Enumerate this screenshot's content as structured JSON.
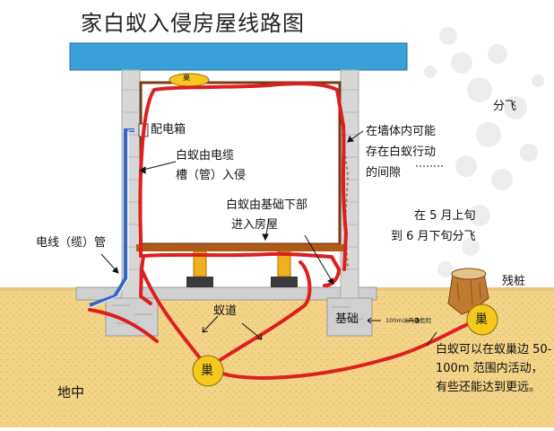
{
  "title": "家白蚁入侵房屋线路图",
  "labels": {
    "distribution_box": "配电箱",
    "cable_entry_line1": "白蚁由电缆",
    "cable_entry_line2": "槽（管）入侵",
    "wall_gap_line1": "在墙体内可能",
    "wall_gap_line2": "存在白蚁行动",
    "wall_gap_line3": "的间隙",
    "foundation_entry_line1": "白蚁由基础下部",
    "foundation_entry_line2": "进入房屋",
    "swarming": "分飞",
    "swarm_time_line1": "在 5 月上旬",
    "swarm_time_line2": "到 6 月下旬分飞",
    "wire_pipe": "电线（缆）管",
    "stump": "残桩",
    "tunnel": "蚁道",
    "foundation": "基础",
    "danger_range": "100m以内是危险",
    "ground": "地中",
    "nest": "巢",
    "activity_note": "白蚁可以在蚁巢边 50-100m 范围内活动，有些还能达到更远。"
  },
  "colors": {
    "roof": "#3aa0d8",
    "wall": "#d7d7d7",
    "soil": "#f3d488",
    "room_inner": "#ffffff",
    "frame": "#7a3a16",
    "floor_beam": "#b05a18",
    "pier": "#f0b020",
    "pier_base": "#3a3a3a",
    "termite_path": "#dd1f1f",
    "nest": "#f6c81e",
    "cable": "#3566c8"
  }
}
